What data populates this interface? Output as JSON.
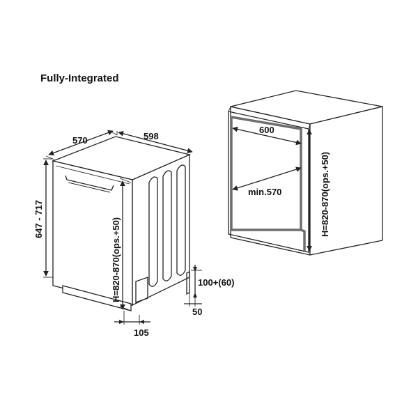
{
  "title": "Fully-Integrated",
  "appliance": {
    "depth_label": "570",
    "width_label": "598",
    "height_range_label": "647 - 717",
    "installed_height_label": "H=820-870(ops.+50)",
    "plinth_height_label": "100+(60)",
    "plinth_depth_label": "50",
    "front_offset_label": "105"
  },
  "niche": {
    "width_label": "600",
    "min_depth_label": "min.570",
    "height_label": "H=820-870(ops.+50)"
  }
}
